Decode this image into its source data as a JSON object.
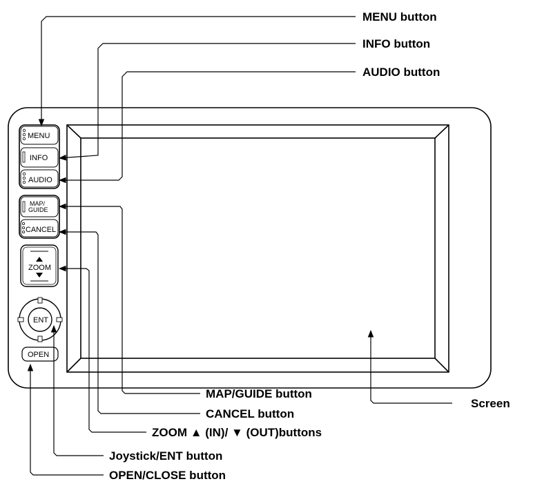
{
  "buttons": {
    "menu": "MENU",
    "info": "INFO",
    "audio": "AUDIO",
    "map_guide_line1": "MAP/",
    "map_guide_line2": "GUIDE",
    "cancel": "CANCEL",
    "zoom": "ZOOM",
    "ent": "ENT",
    "open": "OPEN"
  },
  "callouts": {
    "menu": "MENU button",
    "info": "INFO button",
    "audio": "AUDIO button",
    "map_guide": "MAP/GUIDE button",
    "screen": "Screen",
    "cancel": "CANCEL button",
    "zoom": "ZOOM ▲ (IN)/ ▼ (OUT)buttons",
    "joystick": "Joystick/ENT button",
    "open_close": "OPEN/CLOSE button"
  }
}
